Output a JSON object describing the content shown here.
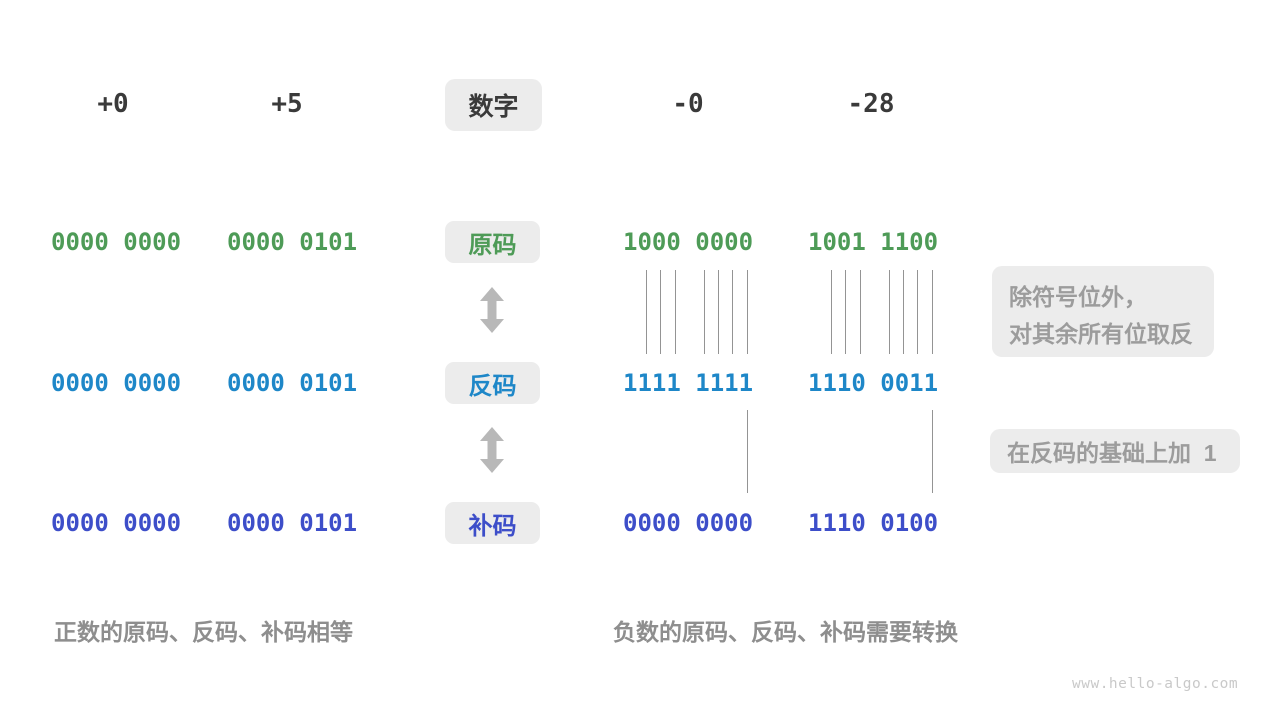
{
  "palette": {
    "green": "#4e9b57",
    "blue": "#1e87c8",
    "indigo": "#3d4ec9",
    "dark_text": "#3a3a3a",
    "badge_bg": "#ececec",
    "line_gray": "#949494",
    "arrow_gray": "#b8b8b8",
    "gray_note": "#9c9c9c",
    "gray_caption": "#8e8e8e",
    "watermark": "#c9c9c9"
  },
  "header": {
    "numbers": [
      "+0",
      "+5",
      "-0",
      "-28"
    ],
    "label": "数字"
  },
  "rows": [
    {
      "key": "sign-magnitude",
      "label": "原码",
      "values": [
        "0000 0000",
        "0000 0101",
        "1000 0000",
        "1001 1100"
      ]
    },
    {
      "key": "ones-complement",
      "label": "反码",
      "values": [
        "0000 0000",
        "0000 0101",
        "1111 1111",
        "1110 0011"
      ]
    },
    {
      "key": "twos-complement",
      "label": "补码",
      "values": [
        "0000 0000",
        "0000 0101",
        "0000 0000",
        "1110 0100"
      ]
    }
  ],
  "annotations": {
    "invert_line1": "除符号位外，",
    "invert_line2": "对其余所有位取反",
    "add_one": "在反码的基础上加  1"
  },
  "captions": {
    "positive": "正数的原码、反码、补码相等",
    "negative": "负数的原码、反码、补码需要转换"
  },
  "watermark": "www.hello-algo.com"
}
